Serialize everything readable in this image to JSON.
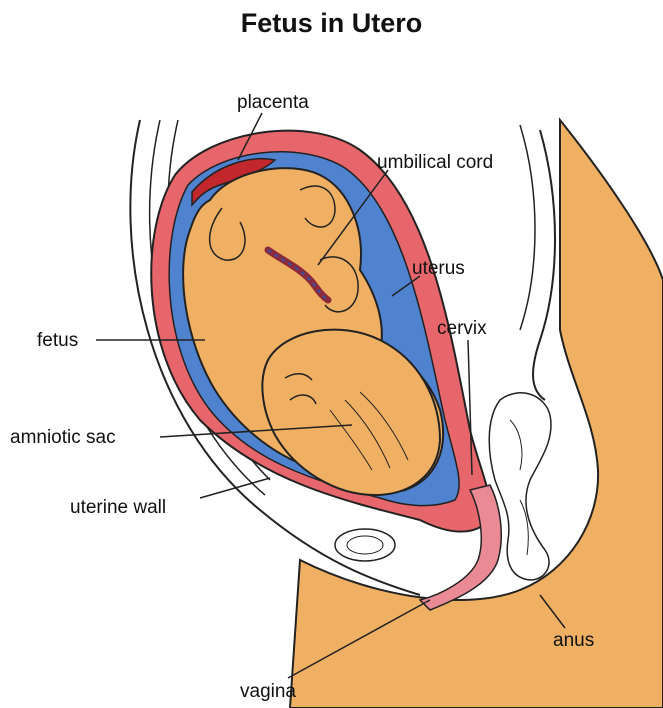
{
  "title": "Fetus in Utero",
  "labels": {
    "placenta": "placenta",
    "umbilical_cord": "umbilical cord",
    "uterus": "uterus",
    "fetus": "fetus",
    "cervix": "cervix",
    "amniotic_sac": "amniotic sac",
    "uterine_wall": "uterine wall",
    "anus": "anus",
    "vagina": "vagina"
  },
  "colors": {
    "skin": "#f0b063",
    "uterine_wall": "#e7666b",
    "amniotic_fluid": "#4f82cf",
    "placenta": "#c1272d",
    "outline": "#222222"
  }
}
